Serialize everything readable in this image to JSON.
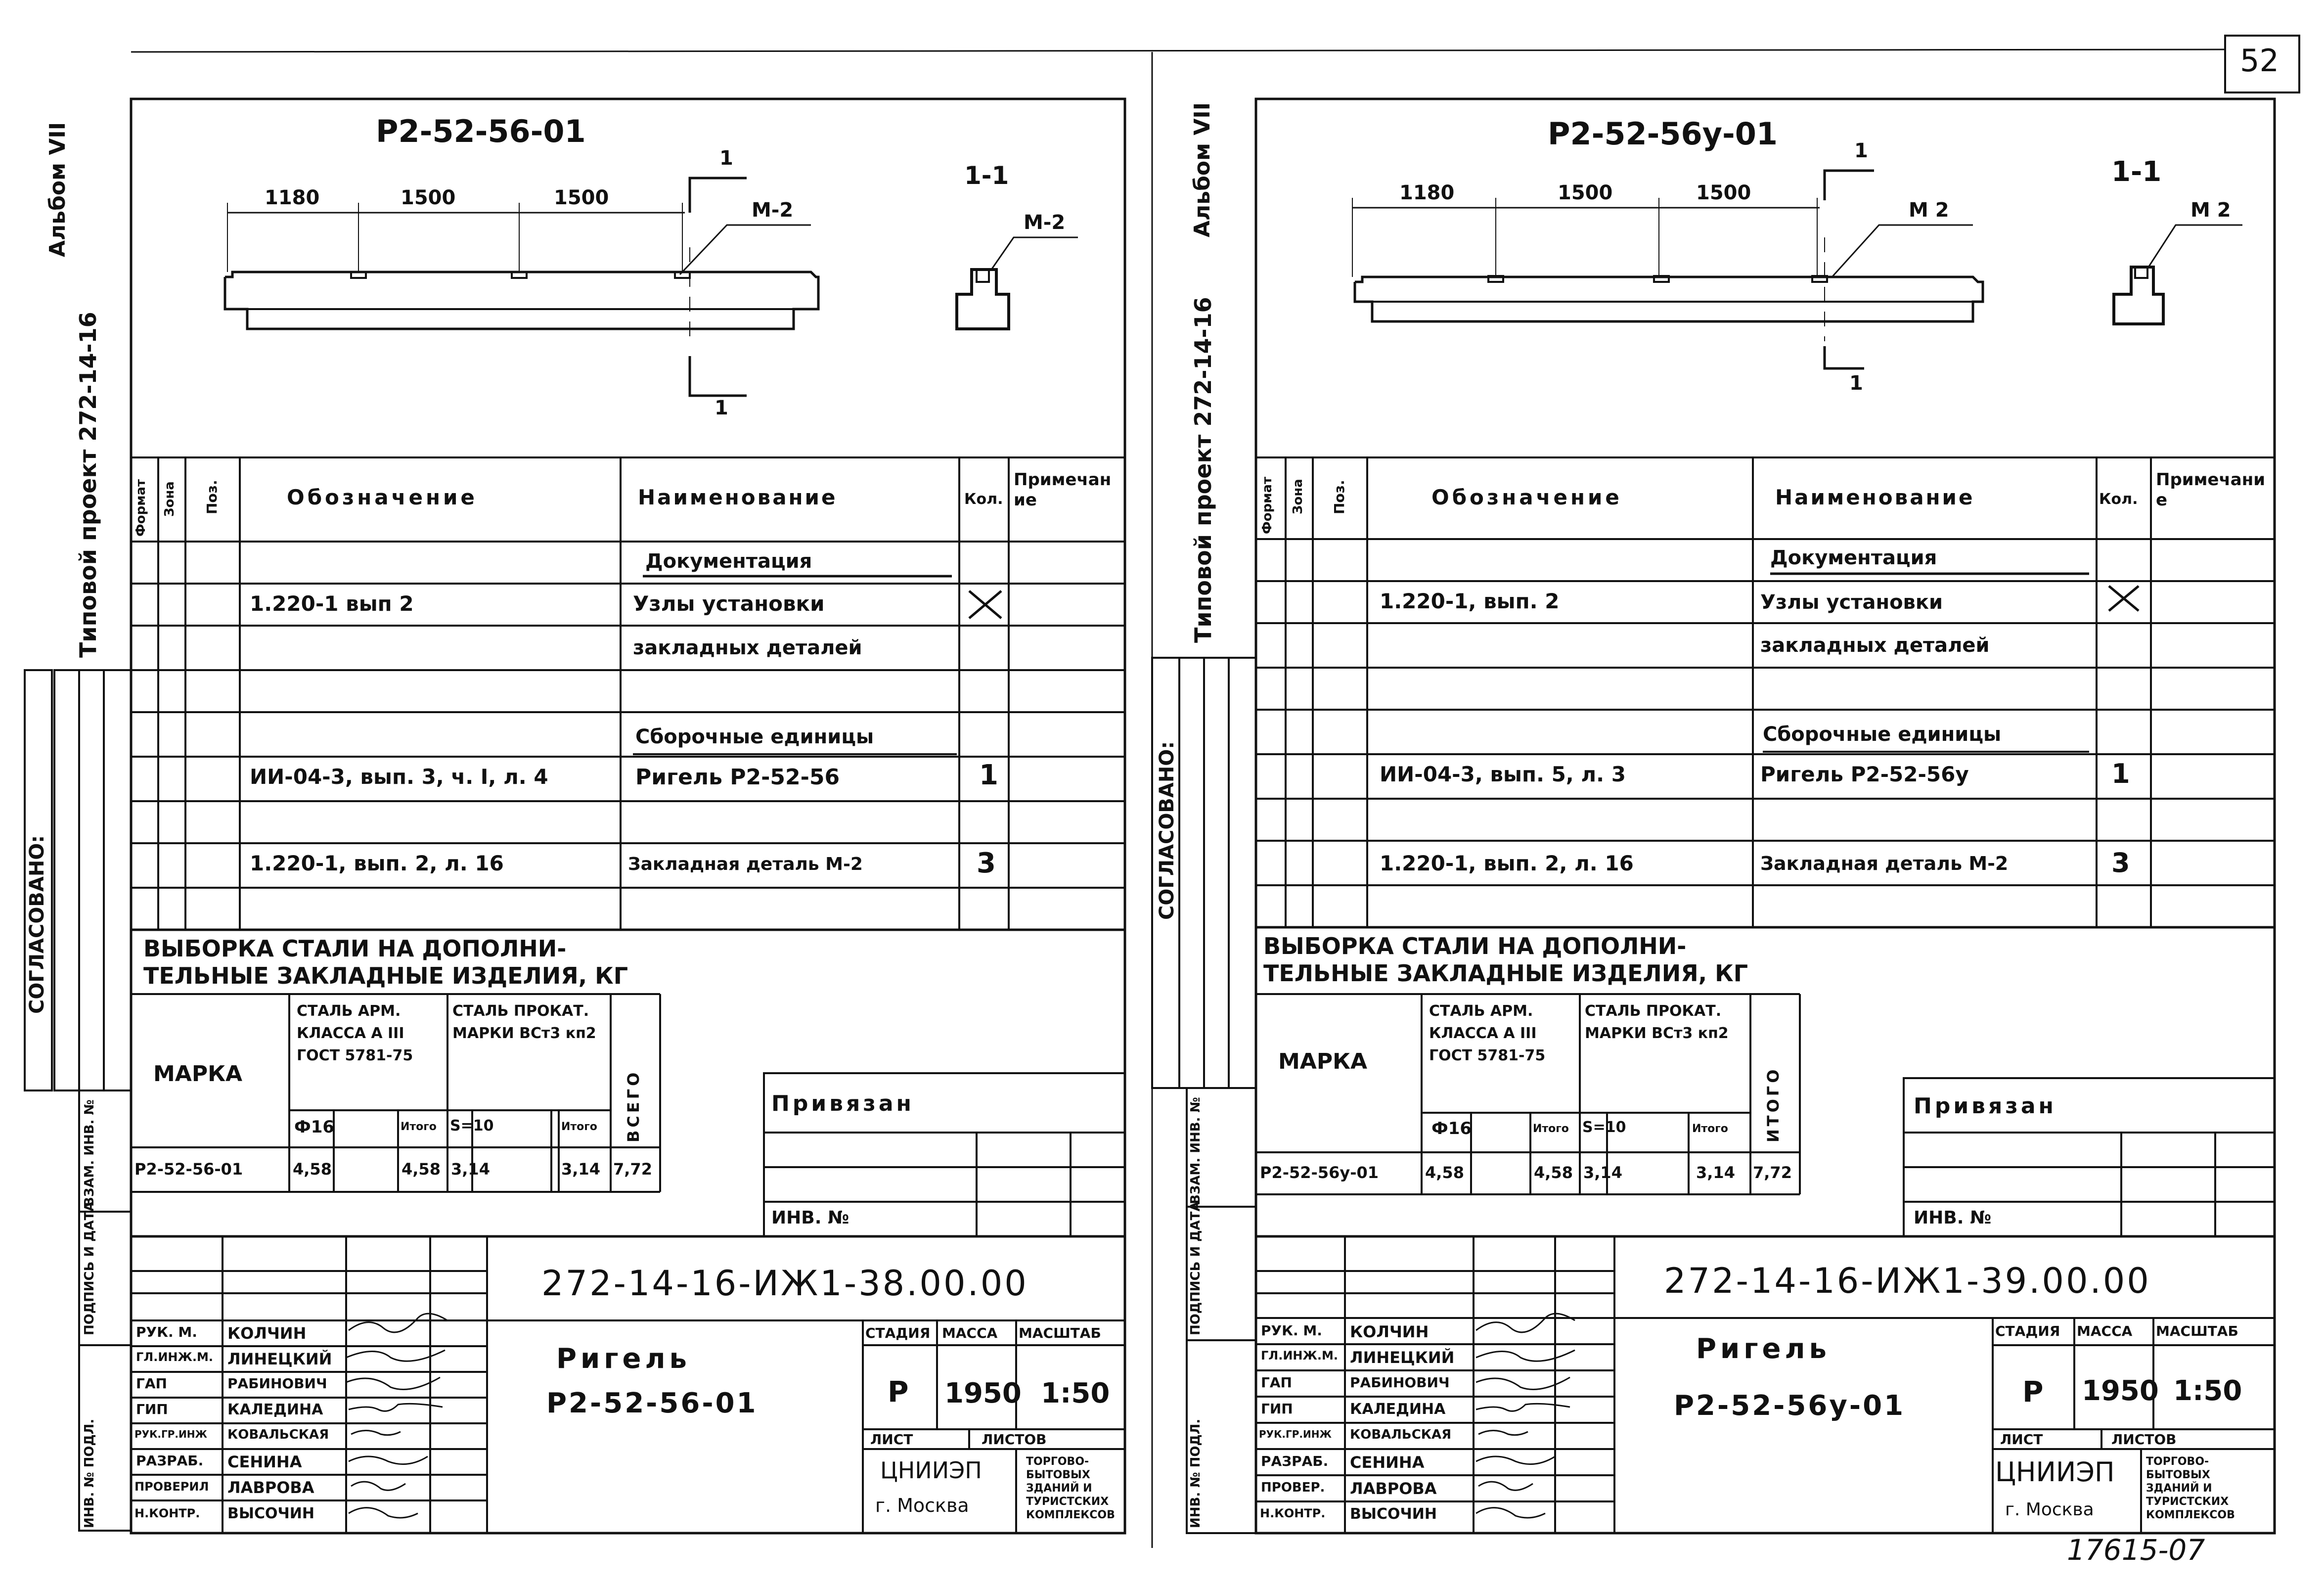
{
  "page": {
    "number": "52",
    "stamp": "17615-07"
  },
  "sheets": [
    {
      "vertical": {
        "album": "Альбом VII",
        "project": "Типовой проект 272-14-16",
        "agreed": "СОГЛАСОВАНО:",
        "inv_podl": "ИНВ. № ПОДЛ.",
        "sign_date": "ПОДПИСЬ И ДАТА",
        "vzam_inv": "ВЗАМ. ИНВ. №"
      },
      "drawing": {
        "title": "Р2-52-56-01",
        "dims": [
          "1180",
          "1500",
          "1500"
        ],
        "cut_mark": "1",
        "embed_label": "М-2",
        "section_title": "1-1",
        "section_embed": "М-2"
      },
      "spec": {
        "headers": {
          "format": "Формат",
          "zone": "Зона",
          "pos": "Поз.",
          "designation": "Обозначение",
          "name": "Наименование",
          "qty": "Кол.",
          "note": "Примечание"
        },
        "rows": [
          {
            "designation": "",
            "name": "Документация",
            "qty": ""
          },
          {
            "designation": "1.220-1 вып 2",
            "name": "Узлы установки",
            "qty": "×"
          },
          {
            "designation": "",
            "name": "закладных деталей",
            "qty": ""
          },
          {
            "designation": "",
            "name": "",
            "qty": ""
          },
          {
            "designation": "",
            "name": "Сборочные единицы",
            "qty": ""
          },
          {
            "designation": "ИИ-04-3, вып. 3, ч. I, л. 4",
            "name": "Ригель Р2-52-56",
            "qty": "1"
          },
          {
            "designation": "",
            "name": "",
            "qty": ""
          },
          {
            "designation": "1.220-1, вып. 2, л. 16",
            "name": "Закладная деталь М-2",
            "qty": "3"
          }
        ]
      },
      "steel": {
        "title_line1": "ВЫБОРКА СТАЛИ НА ДОПОЛНИ-",
        "title_line2": "ТЕЛЬНЫЕ ЗАКЛАДНЫЕ ИЗДЕЛИЯ, КГ",
        "col_mark": "МАРКА",
        "col_rebar": [
          "СТАЛЬ АРМ.",
          "КЛАССА А III",
          "ГОСТ 5781-75"
        ],
        "col_rolled": [
          "СТАЛЬ ПРОКАТ.",
          "МАРКИ ВСт3 кп2"
        ],
        "col_total": "ВСЕГО",
        "sub": [
          "Ф16",
          "Итого",
          "S=10",
          "Итого"
        ],
        "row": [
          "Р2-52-56-01",
          "4,58",
          "4,58",
          "3,14",
          "3,14",
          "7,72"
        ]
      },
      "privyazan": {
        "title": "Привязан",
        "inv": "ИНВ. №"
      },
      "title_block": {
        "code": "272-14-16-ИЖ1-38.00.00",
        "name1": "Ригель",
        "name2": "Р2-52-56-01",
        "stage_label": "СТАДИЯ",
        "mass_label": "МАССА",
        "scale_label": "МАСШТАБ",
        "stage": "Р",
        "mass": "1950",
        "scale": "1:50",
        "sheet_label": "ЛИСТ",
        "sheets_label": "ЛИСТОВ",
        "org1": "ЦНИИЭП",
        "org2": "г. Москва",
        "org_dept": [
          "ТОРГОВО-",
          "БЫТОВЫХ",
          "ЗДАНИЙ И",
          "ТУРИСТСКИХ",
          "КОМПЛЕКСОВ"
        ],
        "staff": [
          {
            "role": "РУК. М.",
            "name": "КОЛЧИН"
          },
          {
            "role": "ГЛ.ИНЖ.М.",
            "name": "ЛИНЕЦКИЙ"
          },
          {
            "role": "ГАП",
            "name": "РАБИНОВИЧ"
          },
          {
            "role": "ГИП",
            "name": "КАЛЕДИНА"
          },
          {
            "role": "РУК.ГР.ИНЖ",
            "name": "КОВАЛЬСКАЯ"
          },
          {
            "role": "РАЗРАБ.",
            "name": "СЕНИНА"
          },
          {
            "role": "ПРОВЕРИЛ",
            "name": "ЛАВРОВА"
          },
          {
            "role": "Н.КОНТР.",
            "name": "ВЫСОЧИН"
          }
        ]
      }
    },
    {
      "vertical": {
        "album": "Альбом VII",
        "project": "Типовой проект 272-14-16",
        "agreed": "СОГЛАСОВАНО:",
        "inv_podl": "ИНВ. № ПОДЛ.",
        "sign_date": "ПОДПИСЬ И ДАТА",
        "vzam_inv": "ВЗАМ. ИНВ. №"
      },
      "drawing": {
        "title": "Р2-52-56у-01",
        "dims": [
          "1180",
          "1500",
          "1500"
        ],
        "cut_mark": "1",
        "embed_label": "М 2",
        "section_title": "1-1",
        "section_embed": "М 2"
      },
      "spec": {
        "headers": {
          "format": "Формат",
          "zone": "Зона",
          "pos": "Поз.",
          "designation": "Обозначение",
          "name": "Наименование",
          "qty": "Кол.",
          "note": "Примечание"
        },
        "rows": [
          {
            "designation": "",
            "name": "Документация",
            "qty": ""
          },
          {
            "designation": "1.220-1, вып. 2",
            "name": "Узлы установки",
            "qty": "×"
          },
          {
            "designation": "",
            "name": "закладных деталей",
            "qty": ""
          },
          {
            "designation": "",
            "name": "",
            "qty": ""
          },
          {
            "designation": "",
            "name": "Сборочные единицы",
            "qty": ""
          },
          {
            "designation": "ИИ-04-3, вып. 5, л. 3",
            "name": "Ригель Р2-52-56у",
            "qty": "1"
          },
          {
            "designation": "",
            "name": "",
            "qty": ""
          },
          {
            "designation": "1.220-1, вып. 2, л. 16",
            "name": "Закладная деталь М-2",
            "qty": "3"
          }
        ]
      },
      "steel": {
        "title_line1": "ВЫБОРКА СТАЛИ НА ДОПОЛНИ-",
        "title_line2": "ТЕЛЬНЫЕ ЗАКЛАДНЫЕ ИЗДЕЛИЯ, КГ",
        "col_mark": "МАРКА",
        "col_rebar": [
          "СТАЛЬ АРМ.",
          "КЛАССА А III",
          "ГОСТ 5781-75"
        ],
        "col_rolled": [
          "СТАЛЬ ПРОКАТ.",
          "МАРКИ ВСт3 кп2"
        ],
        "col_total": "ИТОГО",
        "sub": [
          "Ф16",
          "Итого",
          "S=10",
          "Итого"
        ],
        "row": [
          "Р2-52-56у-01",
          "4,58",
          "4,58",
          "3,14",
          "3,14",
          "7,72"
        ]
      },
      "privyazan": {
        "title": "Привязан",
        "inv": "ИНВ. №"
      },
      "title_block": {
        "code": "272-14-16-ИЖ1-39.00.00",
        "name1": "Ригель",
        "name2": "Р2-52-56у-01",
        "stage_label": "СТАДИЯ",
        "mass_label": "МАССА",
        "scale_label": "МАСШТАБ",
        "stage": "Р",
        "mass": "1950",
        "scale": "1:50",
        "sheet_label": "ЛИСТ",
        "sheets_label": "ЛИСТОВ",
        "org1": "ЦНИИЭП",
        "org2": "г. Москва",
        "org_dept": [
          "ТОРГОВО-",
          "БЫТОВЫХ",
          "ЗДАНИЙ И",
          "ТУРИСТСКИХ",
          "КОМПЛЕКСОВ"
        ],
        "staff": [
          {
            "role": "РУК. М.",
            "name": "КОЛЧИН"
          },
          {
            "role": "ГЛ.ИНЖ.М.",
            "name": "ЛИНЕЦКИЙ"
          },
          {
            "role": "ГАП",
            "name": "РАБИНОВИЧ"
          },
          {
            "role": "ГИП",
            "name": "КАЛЕДИНА"
          },
          {
            "role": "РУК.ГР.ИНЖ",
            "name": "КОВАЛЬСКАЯ"
          },
          {
            "role": "РАЗРАБ.",
            "name": "СЕНИНА"
          },
          {
            "role": "ПРОВЕР.",
            "name": "ЛАВРОВА"
          },
          {
            "role": "Н.КОНТР.",
            "name": "ВЫСОЧИН"
          }
        ]
      }
    }
  ]
}
